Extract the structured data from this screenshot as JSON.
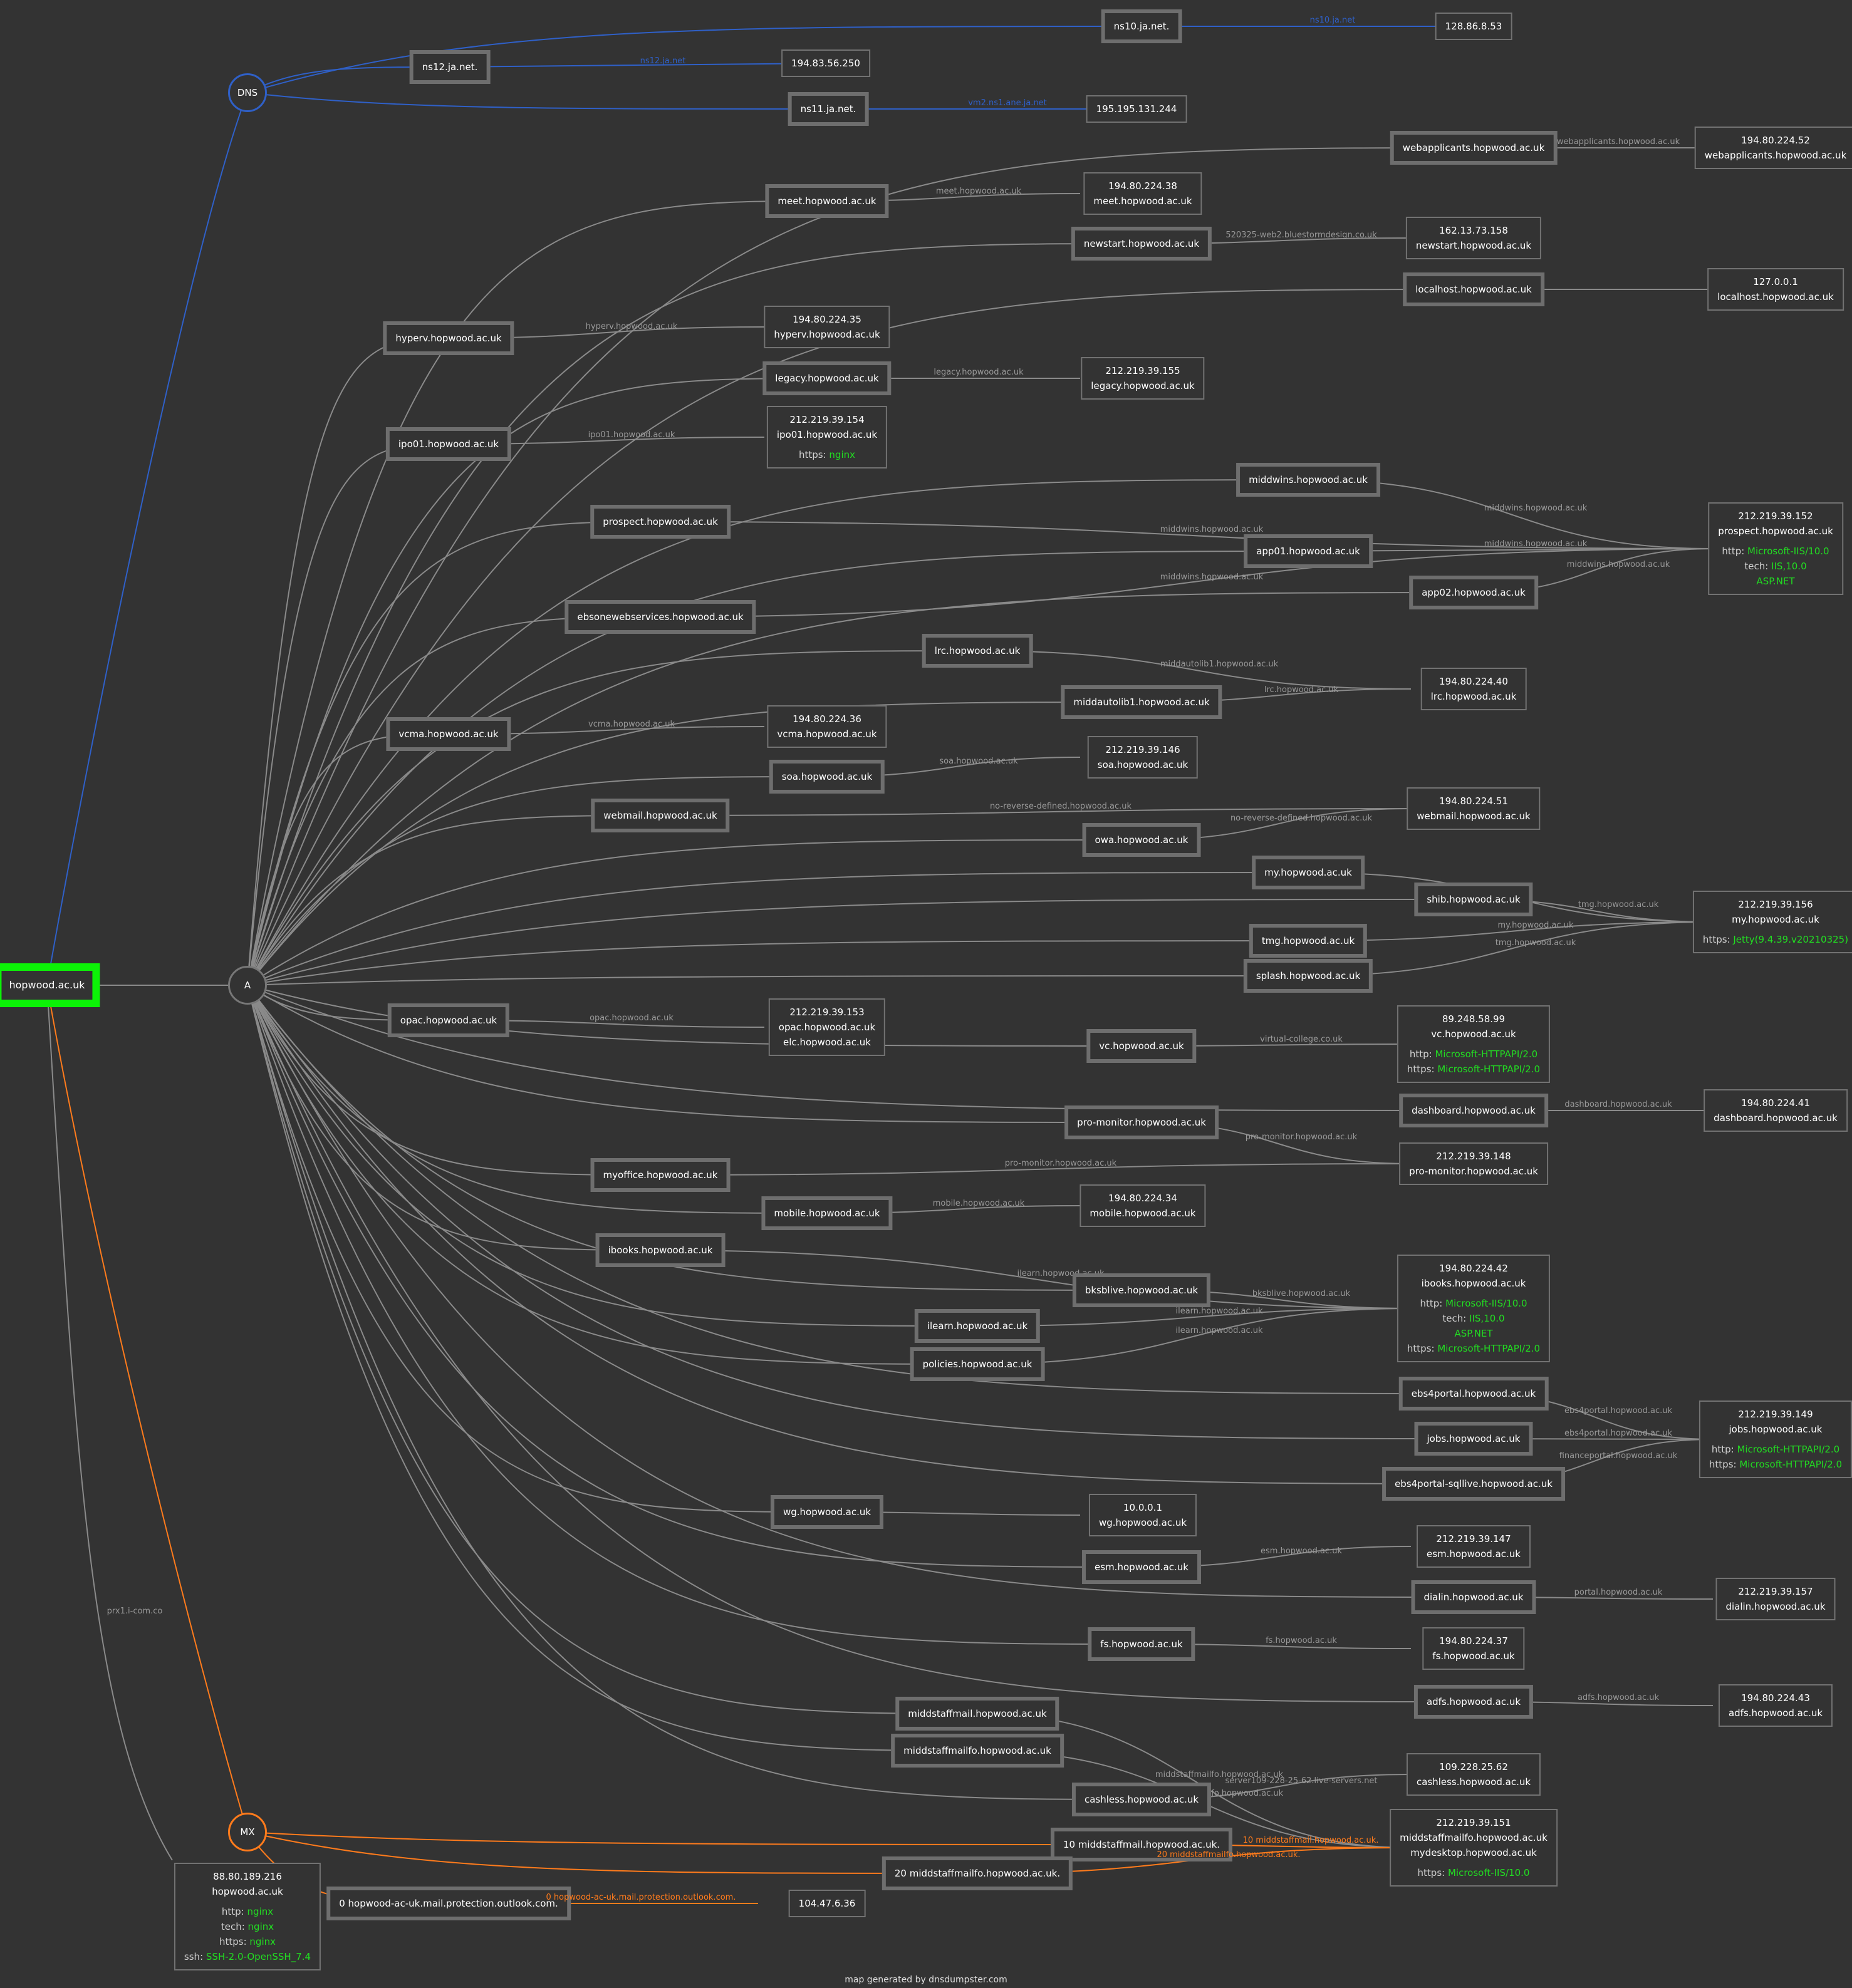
{
  "root": "hopwood.ac.uk",
  "hubs": [
    {
      "id": "DNS",
      "label": "DNS",
      "kind": "dns"
    },
    {
      "id": "A",
      "label": "A",
      "kind": "a"
    },
    {
      "id": "MX",
      "label": "MX",
      "kind": "mx"
    }
  ],
  "dns_records": [
    {
      "host": "ns10.ja.net.",
      "ptr": "ns10.ja.net",
      "ip": "128.86.8.53"
    },
    {
      "host": "ns12.ja.net.",
      "ptr": "ns12.ja.net",
      "ip": "194.83.56.250"
    },
    {
      "host": "ns11.ja.net.",
      "ptr": "vm2.ns1.ane.ja.net",
      "ip": "195.195.131.244"
    }
  ],
  "a_records": [
    {
      "host": "webapplicants.hopwood.ac.uk",
      "ptr": "webapplicants.hopwood.ac.uk",
      "ip": "webapplicants"
    },
    {
      "host": "meet.hopwood.ac.uk",
      "ptr": "meet.hopwood.ac.uk",
      "ip": "meet"
    },
    {
      "host": "newstart.hopwood.ac.uk",
      "ptr": "520325-web2.bluestormdesign.co.uk",
      "ip": "newstart"
    },
    {
      "host": "localhost.hopwood.ac.uk",
      "ptr": "",
      "ip": "localhost"
    },
    {
      "host": "hyperv.hopwood.ac.uk",
      "ptr": "hyperv.hopwood.ac.uk",
      "ip": "hyperv"
    },
    {
      "host": "legacy.hopwood.ac.uk",
      "ptr": "legacy.hopwood.ac.uk",
      "ip": "legacy"
    },
    {
      "host": "ipo01.hopwood.ac.uk",
      "ptr": "ipo01.hopwood.ac.uk",
      "ip": "ipo01"
    },
    {
      "host": "middwins.hopwood.ac.uk",
      "ptr": "middwins.hopwood.ac.uk",
      "ip": "prospect"
    },
    {
      "host": "prospect.hopwood.ac.uk",
      "ptr": "middwins.hopwood.ac.uk",
      "ip": "prospect"
    },
    {
      "host": "app01.hopwood.ac.uk",
      "ptr": "middwins.hopwood.ac.uk",
      "ip": "prospect"
    },
    {
      "host": "app02.hopwood.ac.uk",
      "ptr": "middwins.hopwood.ac.uk",
      "ip": "prospect"
    },
    {
      "host": "ebsonewebservices.hopwood.ac.uk",
      "ptr": "middwins.hopwood.ac.uk",
      "ip": "prospect"
    },
    {
      "host": "lrc.hopwood.ac.uk",
      "ptr": "middautolib1.hopwood.ac.uk",
      "ip": "lrc"
    },
    {
      "host": "middautolib1.hopwood.ac.uk",
      "ptr": "lrc.hopwood.ac.uk",
      "ip": "lrc"
    },
    {
      "host": "vcma.hopwood.ac.uk",
      "ptr": "vcma.hopwood.ac.uk",
      "ip": "vcma"
    },
    {
      "host": "soa.hopwood.ac.uk",
      "ptr": "soa.hopwood.ac.uk",
      "ip": "soa"
    },
    {
      "host": "webmail.hopwood.ac.uk",
      "ptr": "no-reverse-defined.hopwood.ac.uk",
      "ip": "webmail"
    },
    {
      "host": "owa.hopwood.ac.uk",
      "ptr": "no-reverse-defined.hopwood.ac.uk",
      "ip": "webmail"
    },
    {
      "host": "my.hopwood.ac.uk",
      "ptr": "",
      "ip": "my"
    },
    {
      "host": "shib.hopwood.ac.uk",
      "ptr": "tmg.hopwood.ac.uk",
      "ip": "my"
    },
    {
      "host": "tmg.hopwood.ac.uk",
      "ptr": "my.hopwood.ac.uk",
      "ip": "my"
    },
    {
      "host": "splash.hopwood.ac.uk",
      "ptr": "tmg.hopwood.ac.uk",
      "ip": "my"
    },
    {
      "host": "opac.hopwood.ac.uk",
      "ptr": "opac.hopwood.ac.uk",
      "ip": "opac"
    },
    {
      "host": "vc.hopwood.ac.uk",
      "ptr": "virtual-college.co.uk",
      "ip": "vc"
    },
    {
      "host": "dashboard.hopwood.ac.uk",
      "ptr": "dashboard.hopwood.ac.uk",
      "ip": "dashboard"
    },
    {
      "host": "pro-monitor.hopwood.ac.uk",
      "ptr": "pro-monitor.hopwood.ac.uk",
      "ip": "promonitor"
    },
    {
      "host": "myoffice.hopwood.ac.uk",
      "ptr": "pro-monitor.hopwood.ac.uk",
      "ip": "promonitor"
    },
    {
      "host": "mobile.hopwood.ac.uk",
      "ptr": "mobile.hopwood.ac.uk",
      "ip": "mobile"
    },
    {
      "host": "ibooks.hopwood.ac.uk",
      "ptr": "ilearn.hopwood.ac.uk",
      "ip": "ibooks"
    },
    {
      "host": "bksblive.hopwood.ac.uk",
      "ptr": "bksblive.hopwood.ac.uk",
      "ip": "ibooks"
    },
    {
      "host": "ilearn.hopwood.ac.uk",
      "ptr": "ilearn.hopwood.ac.uk",
      "ip": "ibooks"
    },
    {
      "host": "policies.hopwood.ac.uk",
      "ptr": "ilearn.hopwood.ac.uk",
      "ip": "ibooks"
    },
    {
      "host": "ebs4portal.hopwood.ac.uk",
      "ptr": "ebs4portal.hopwood.ac.uk",
      "ip": "jobs"
    },
    {
      "host": "jobs.hopwood.ac.uk",
      "ptr": "ebs4portal.hopwood.ac.uk",
      "ip": "jobs"
    },
    {
      "host": "ebs4portal-sqllive.hopwood.ac.uk",
      "ptr": "financeportal.hopwood.ac.uk",
      "ip": "jobs"
    },
    {
      "host": "wg.hopwood.ac.uk",
      "ptr": "",
      "ip": "wg"
    },
    {
      "host": "esm.hopwood.ac.uk",
      "ptr": "esm.hopwood.ac.uk",
      "ip": "esm"
    },
    {
      "host": "dialin.hopwood.ac.uk",
      "ptr": "portal.hopwood.ac.uk",
      "ip": "dialin"
    },
    {
      "host": "fs.hopwood.ac.uk",
      "ptr": "fs.hopwood.ac.uk",
      "ip": "fs"
    },
    {
      "host": "adfs.hopwood.ac.uk",
      "ptr": "adfs.hopwood.ac.uk",
      "ip": "adfs"
    },
    {
      "host": "middstaffmail.hopwood.ac.uk",
      "ptr": "middstaffmailfo.hopwood.ac.uk",
      "ip": "middstaff"
    },
    {
      "host": "middstaffmailfo.hopwood.ac.uk",
      "ptr": "middstaffmailfo.hopwood.ac.uk",
      "ip": "middstaff"
    },
    {
      "host": "cashless.hopwood.ac.uk",
      "ptr": "server109-228-25-62.live-servers.net",
      "ip": "cashless"
    }
  ],
  "mx_records": [
    {
      "host": "10 middstaffmail.hopwood.ac.uk.",
      "ptr": "10 middstaffmail.hopwood.ac.uk.",
      "ip": "middstaff"
    },
    {
      "host": "20 middstaffmailfo.hopwood.ac.uk.",
      "ptr": "20 middstaffmailfo.hopwood.ac.uk.",
      "ip": "middstaff"
    },
    {
      "host": "0 hopwood-ac-uk.mail.protection.outlook.com.",
      "ptr": "0 hopwood-ac-uk.mail.protection.outlook.com.",
      "ip": "outlook"
    }
  ],
  "root_ptr": "prx1.i-com.co",
  "ip_boxes": {
    "webapplicants": {
      "lines": [
        "194.80.224.52",
        "webapplicants.hopwood.ac.uk"
      ]
    },
    "meet": {
      "lines": [
        "194.80.224.38",
        "meet.hopwood.ac.uk"
      ]
    },
    "newstart": {
      "lines": [
        "162.13.73.158",
        "newstart.hopwood.ac.uk"
      ]
    },
    "localhost": {
      "lines": [
        "127.0.0.1",
        "localhost.hopwood.ac.uk"
      ]
    },
    "hyperv": {
      "lines": [
        "194.80.224.35",
        "hyperv.hopwood.ac.uk"
      ]
    },
    "legacy": {
      "lines": [
        "212.219.39.155",
        "legacy.hopwood.ac.uk"
      ]
    },
    "ipo01": {
      "lines": [
        "212.219.39.154",
        "ipo01.hopwood.ac.uk"
      ],
      "services": [
        {
          "k": "https:",
          "v": [
            "nginx"
          ]
        }
      ]
    },
    "prospect": {
      "lines": [
        "212.219.39.152",
        "prospect.hopwood.ac.uk"
      ],
      "services": [
        {
          "k": "http:",
          "v": [
            "Microsoft-IIS/10.0"
          ]
        },
        {
          "k": "tech:",
          "v": [
            "IIS,10.0",
            "ASP.NET"
          ]
        }
      ]
    },
    "lrc": {
      "lines": [
        "194.80.224.40",
        "lrc.hopwood.ac.uk"
      ]
    },
    "vcma": {
      "lines": [
        "194.80.224.36",
        "vcma.hopwood.ac.uk"
      ]
    },
    "soa": {
      "lines": [
        "212.219.39.146",
        "soa.hopwood.ac.uk"
      ]
    },
    "webmail": {
      "lines": [
        "194.80.224.51",
        "webmail.hopwood.ac.uk"
      ]
    },
    "my": {
      "lines": [
        "212.219.39.156",
        "my.hopwood.ac.uk"
      ],
      "services": [
        {
          "k": "https:",
          "v": [
            "Jetty(9.4.39.v20210325)"
          ]
        }
      ]
    },
    "opac": {
      "lines": [
        "212.219.39.153",
        "opac.hopwood.ac.uk",
        "elc.hopwood.ac.uk"
      ]
    },
    "vc": {
      "lines": [
        "89.248.58.99",
        "vc.hopwood.ac.uk"
      ],
      "services": [
        {
          "k": "http:",
          "v": [
            "Microsoft-HTTPAPI/2.0"
          ]
        },
        {
          "k": "https:",
          "v": [
            "Microsoft-HTTPAPI/2.0"
          ]
        }
      ]
    },
    "dashboard": {
      "lines": [
        "194.80.224.41",
        "dashboard.hopwood.ac.uk"
      ]
    },
    "promonitor": {
      "lines": [
        "212.219.39.148",
        "pro-monitor.hopwood.ac.uk"
      ]
    },
    "mobile": {
      "lines": [
        "194.80.224.34",
        "mobile.hopwood.ac.uk"
      ]
    },
    "ibooks": {
      "lines": [
        "194.80.224.42",
        "ibooks.hopwood.ac.uk"
      ],
      "services": [
        {
          "k": "http:",
          "v": [
            "Microsoft-IIS/10.0"
          ]
        },
        {
          "k": "tech:",
          "v": [
            "IIS,10.0",
            "ASP.NET"
          ]
        },
        {
          "k": "https:",
          "v": [
            "Microsoft-HTTPAPI/2.0"
          ]
        }
      ]
    },
    "jobs": {
      "lines": [
        "212.219.39.149",
        "jobs.hopwood.ac.uk"
      ],
      "services": [
        {
          "k": "http:",
          "v": [
            "Microsoft-HTTPAPI/2.0"
          ]
        },
        {
          "k": "https:",
          "v": [
            "Microsoft-HTTPAPI/2.0"
          ]
        }
      ]
    },
    "wg": {
      "lines": [
        "10.0.0.1",
        "wg.hopwood.ac.uk"
      ]
    },
    "esm": {
      "lines": [
        "212.219.39.147",
        "esm.hopwood.ac.uk"
      ]
    },
    "dialin": {
      "lines": [
        "212.219.39.157",
        "dialin.hopwood.ac.uk"
      ]
    },
    "fs": {
      "lines": [
        "194.80.224.37",
        "fs.hopwood.ac.uk"
      ]
    },
    "adfs": {
      "lines": [
        "194.80.224.43",
        "adfs.hopwood.ac.uk"
      ]
    },
    "cashless": {
      "lines": [
        "109.228.25.62",
        "cashless.hopwood.ac.uk"
      ]
    },
    "middstaff": {
      "lines": [
        "212.219.39.151",
        "middstaffmailfo.hopwood.ac.uk",
        "mydesktop.hopwood.ac.uk"
      ],
      "services": [
        {
          "k": "https:",
          "v": [
            "Microsoft-IIS/10.0"
          ]
        }
      ]
    },
    "outlook": {
      "lines": [
        "104.47.6.36"
      ]
    },
    "rootip": {
      "lines": [
        "88.80.189.216",
        "hopwood.ac.uk"
      ],
      "services": [
        {
          "k": "http:",
          "v": [
            "nginx"
          ]
        },
        {
          "k": "tech:",
          "v": [
            "nginx"
          ]
        },
        {
          "k": "https:",
          "v": [
            "nginx"
          ]
        },
        {
          "k": "ssh:",
          "v": [
            "SSH-2.0-OpenSSH_7.4"
          ]
        }
      ]
    }
  },
  "colors": {
    "dns": "#2f60c8",
    "mx": "#ff7b1c",
    "a": "#8a8a8a",
    "root": "#0cf207",
    "service": "#22dd22"
  },
  "footer": "map generated by dnsdumpster.com"
}
